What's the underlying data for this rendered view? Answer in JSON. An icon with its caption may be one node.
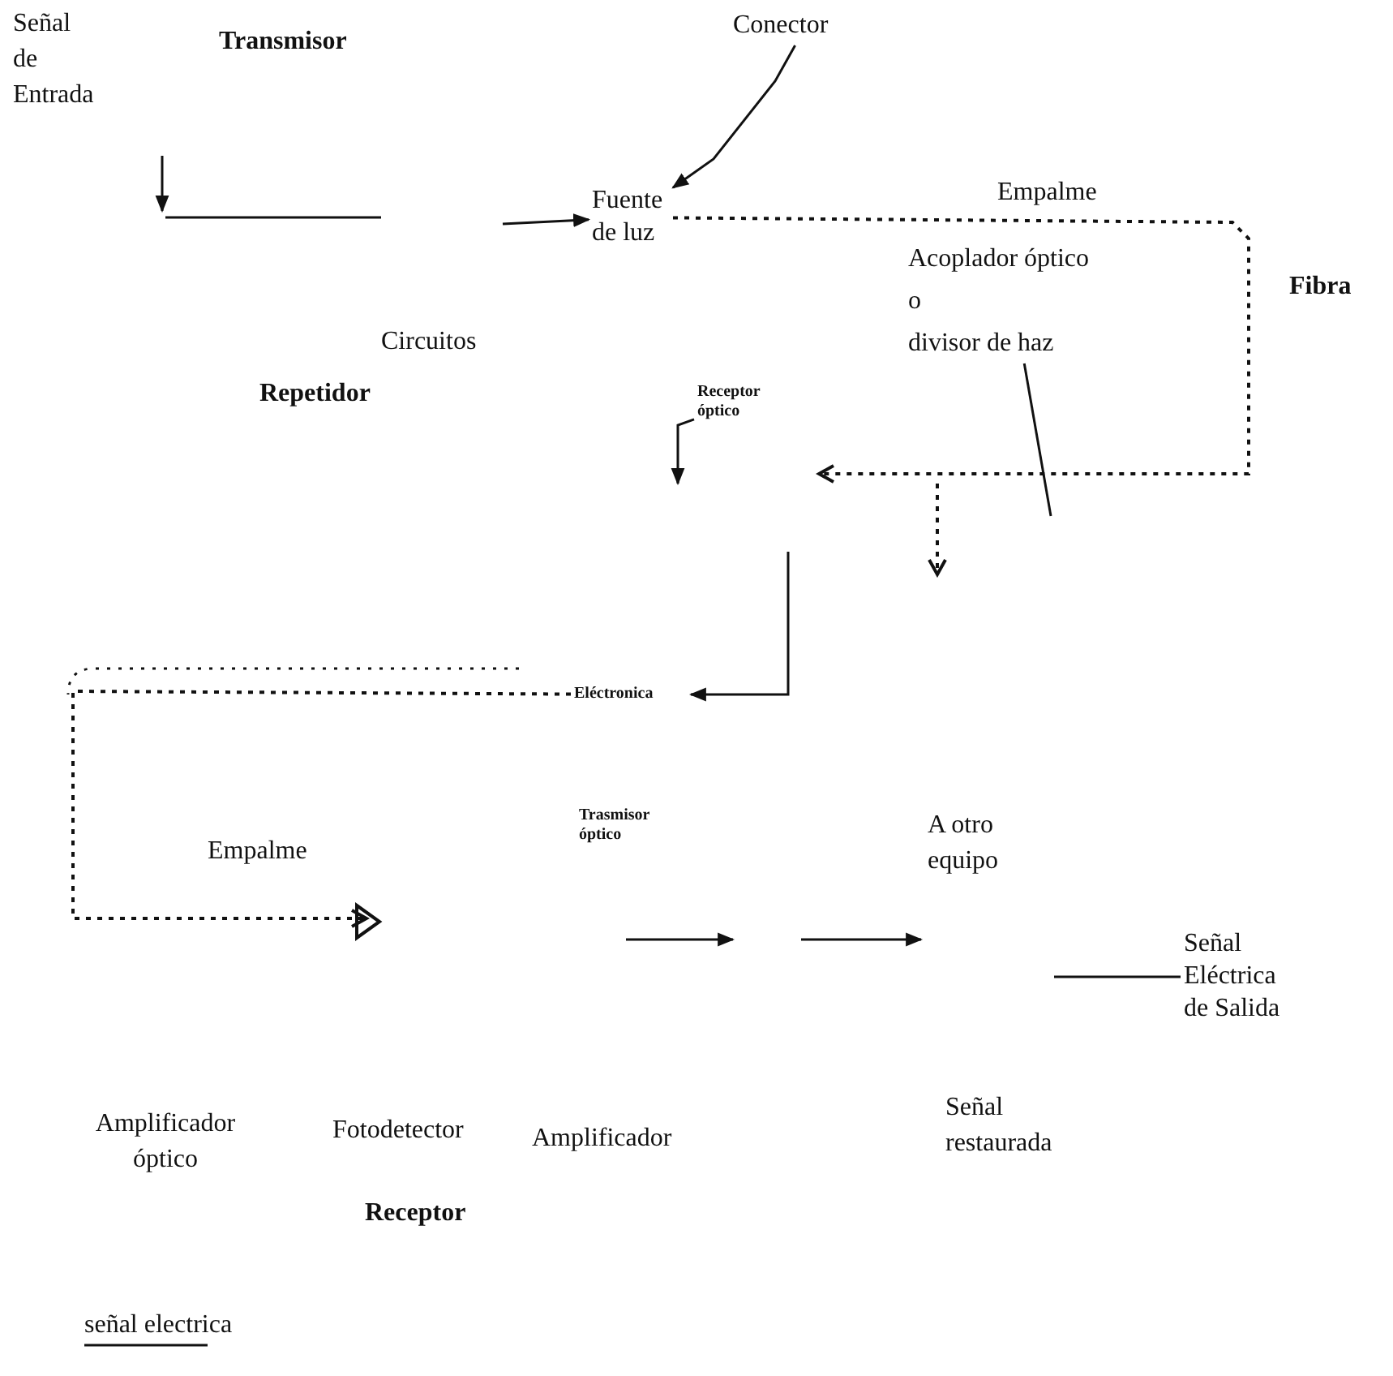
{
  "diagram": {
    "nodes": [
      {
        "text": [
          "Fuente de luz"
        ]
      },
      {
        "text": [
          "Conector"
        ]
      },
      {
        "text": [
          "Receptor óptico"
        ]
      },
      {
        "text": [
          "Eléctronica"
        ]
      },
      {
        "text": [
          "Acoplador óptico",
          "o",
          "divisor de haz"
        ]
      },
      {
        "text": [
          "Señal Eléctrica de Salida"
        ]
      }
    ],
    "edges": [
      {
        "from": 1,
        "to": 0,
        "arrow": "to"
      },
      {
        "from": 0,
        "to": null,
        "arrow": "to",
        "style": "dashed"
      },
      {
        "from": 2,
        "to": null,
        "arrow": "to"
      },
      {
        "from": null,
        "to": 3,
        "arrow": "to"
      },
      {
        "from": 3,
        "to": null,
        "arrow": "to",
        "style": "dashed"
      },
      {
        "from": 4,
        "to": null,
        "arrow": "none"
      },
      {
        "from": null,
        "to": 5,
        "arrow": "none"
      },
      {
        "from": null,
        "to": 0,
        "arrow": "to"
      }
    ],
    "labels": [
      "Señal de Entrada",
      "Transmisor",
      "Circuitos",
      "Empalme",
      "Fibra",
      "Repetidor",
      "Trasmisor óptico",
      "Empalme",
      "A otro equipo",
      "Amplificador óptico",
      "Fotodetector",
      "Amplificador",
      "Señal restaurada",
      "Receptor"
    ],
    "legend": [
      {
        "text": "señal electrica"
      }
    ]
  }
}
